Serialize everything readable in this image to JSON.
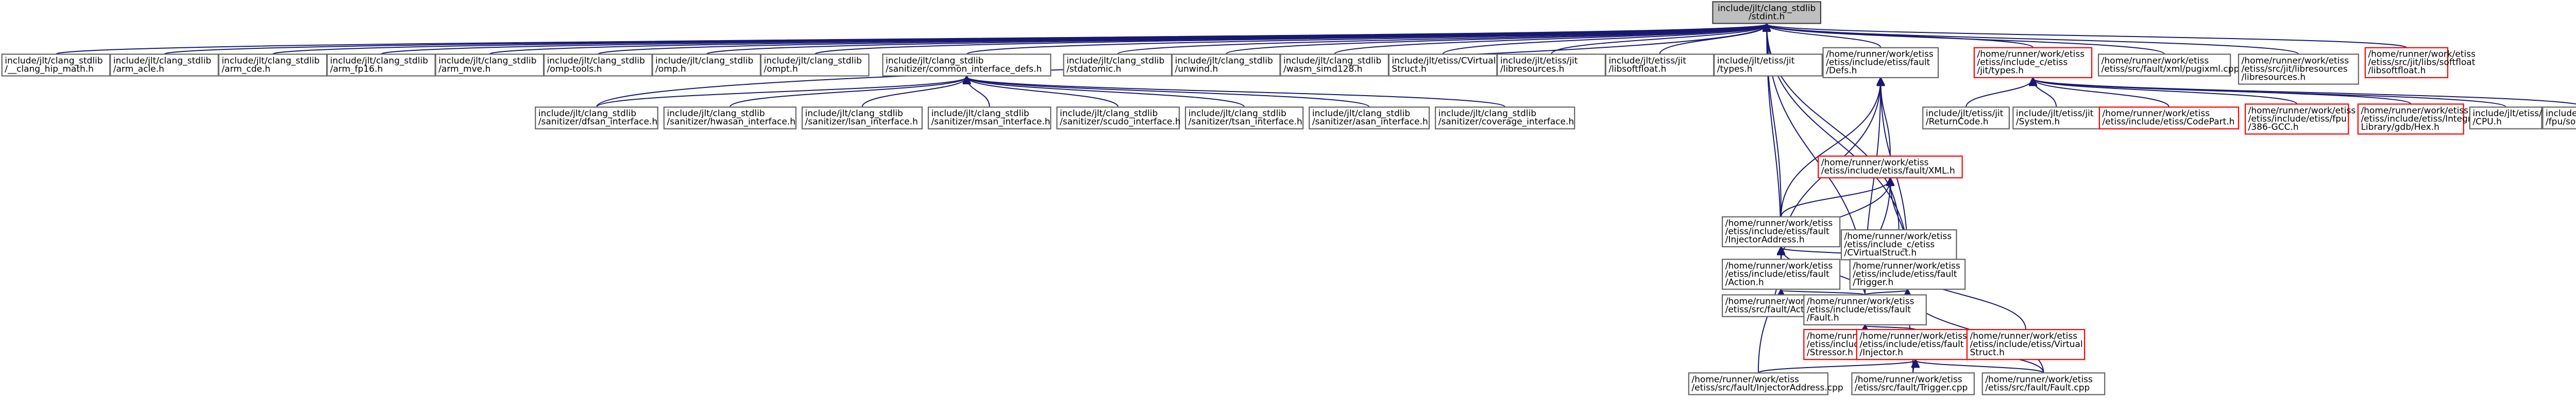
{
  "graph": {
    "nodes": [
      {
        "id": "root",
        "style": "root",
        "lines": [
          "include/jlt/clang_stdlib",
          "/stdint.h"
        ]
      },
      {
        "id": "n1",
        "style": "normal",
        "lines": [
          "include/jlt/clang_stdlib",
          "/__clang_hip_math.h"
        ]
      },
      {
        "id": "n2",
        "style": "normal",
        "lines": [
          "include/jlt/clang_stdlib",
          "/arm_acle.h"
        ]
      },
      {
        "id": "n3",
        "style": "normal",
        "lines": [
          "include/jlt/clang_stdlib",
          "/arm_cde.h"
        ]
      },
      {
        "id": "n4",
        "style": "normal",
        "lines": [
          "include/jlt/clang_stdlib",
          "/arm_fp16.h"
        ]
      },
      {
        "id": "n5",
        "style": "normal",
        "lines": [
          "include/jlt/clang_stdlib",
          "/arm_mve.h"
        ]
      },
      {
        "id": "n6",
        "style": "normal",
        "lines": [
          "include/jlt/clang_stdlib",
          "/omp-tools.h"
        ]
      },
      {
        "id": "n7",
        "style": "normal",
        "lines": [
          "include/jlt/clang_stdlib",
          "/omp.h"
        ]
      },
      {
        "id": "n8",
        "style": "normal",
        "lines": [
          "include/jlt/clang_stdlib",
          "/ompt.h"
        ]
      },
      {
        "id": "n9",
        "style": "normal",
        "lines": [
          "include/jlt/clang_stdlib",
          "/sanitizer/common_interface_defs.h"
        ]
      },
      {
        "id": "n10",
        "style": "normal",
        "lines": [
          "include/jlt/clang_stdlib",
          "/stdatomic.h"
        ]
      },
      {
        "id": "n11",
        "style": "normal",
        "lines": [
          "include/jlt/clang_stdlib",
          "/unwind.h"
        ]
      },
      {
        "id": "n12",
        "style": "normal",
        "lines": [
          "include/jlt/clang_stdlib",
          "/wasm_simd128.h"
        ]
      },
      {
        "id": "n13",
        "style": "normal",
        "lines": [
          "include/jlt/etiss/CVirtual",
          "Struct.h"
        ]
      },
      {
        "id": "n14",
        "style": "normal",
        "lines": [
          "include/jlt/etiss/jit",
          "/libresources.h"
        ]
      },
      {
        "id": "n15",
        "style": "normal",
        "lines": [
          "include/jlt/etiss/jit",
          "/libsoftfloat.h"
        ]
      },
      {
        "id": "n16",
        "style": "normal",
        "lines": [
          "include/jlt/etiss/jit",
          "/types.h"
        ]
      },
      {
        "id": "n17",
        "style": "normal",
        "lines": [
          "/home/runner/work/etiss",
          "/etiss/include/etiss/fault",
          "/Defs.h"
        ]
      },
      {
        "id": "n18",
        "style": "red",
        "lines": [
          "/home/runner/work/etiss",
          "/etiss/include_c/etiss",
          "/jit/types.h"
        ]
      },
      {
        "id": "n19",
        "style": "normal",
        "lines": [
          "/home/runner/work/etiss",
          "/etiss/src/fault/xml/pugixml.cpp"
        ]
      },
      {
        "id": "n20",
        "style": "normal",
        "lines": [
          "/home/runner/work/etiss",
          "/etiss/src/jit/libresources",
          "/libresources.h"
        ]
      },
      {
        "id": "n21",
        "style": "red",
        "lines": [
          "/home/runner/work/etiss",
          "/etiss/src/jit/libs/softfloat",
          "/libsoftfloat.h"
        ]
      },
      {
        "id": "s1",
        "style": "normal",
        "lines": [
          "include/jlt/clang_stdlib",
          "/sanitizer/dfsan_interface.h"
        ]
      },
      {
        "id": "s2",
        "style": "normal",
        "lines": [
          "include/jlt/clang_stdlib",
          "/sanitizer/hwasan_interface.h"
        ]
      },
      {
        "id": "s3",
        "style": "normal",
        "lines": [
          "include/jlt/clang_stdlib",
          "/sanitizer/lsan_interface.h"
        ]
      },
      {
        "id": "s4",
        "style": "normal",
        "lines": [
          "include/jlt/clang_stdlib",
          "/sanitizer/msan_interface.h"
        ]
      },
      {
        "id": "s5",
        "style": "normal",
        "lines": [
          "include/jlt/clang_stdlib",
          "/sanitizer/scudo_interface.h"
        ]
      },
      {
        "id": "s6",
        "style": "normal",
        "lines": [
          "include/jlt/clang_stdlib",
          "/sanitizer/tsan_interface.h"
        ]
      },
      {
        "id": "s7",
        "style": "normal",
        "lines": [
          "include/jlt/clang_stdlib",
          "/sanitizer/asan_interface.h"
        ]
      },
      {
        "id": "s8",
        "style": "normal",
        "lines": [
          "include/jlt/clang_stdlib",
          "/sanitizer/coverage_interface.h"
        ]
      },
      {
        "id": "x1",
        "style": "red",
        "lines": [
          "/home/runner/work/etiss",
          "/etiss/include/etiss/fault/XML.h"
        ]
      },
      {
        "id": "t1",
        "style": "normal",
        "lines": [
          "include/jlt/etiss/jit",
          "/ReturnCode.h"
        ]
      },
      {
        "id": "t2",
        "style": "normal",
        "lines": [
          "include/jlt/etiss/jit",
          "/System.h"
        ]
      },
      {
        "id": "t3",
        "style": "red",
        "lines": [
          "/home/runner/work/etiss",
          "/etiss/include/etiss/CodePart.h"
        ]
      },
      {
        "id": "t4",
        "style": "red",
        "lines": [
          "/home/runner/work/etiss",
          "/etiss/include/etiss/fpu",
          "/386-GCC.h"
        ]
      },
      {
        "id": "t5",
        "style": "red",
        "lines": [
          "/home/runner/work/etiss",
          "/etiss/include/etiss/Integrated",
          "Library/gdb/Hex.h"
        ]
      },
      {
        "id": "t6",
        "style": "normal",
        "lines": [
          "include/jlt/etiss/jit",
          "/CPU.h"
        ]
      },
      {
        "id": "t7",
        "style": "normal",
        "lines": [
          "include/jlt/etiss/jit",
          "/fpu/softfloat.h"
        ]
      },
      {
        "id": "ia",
        "style": "normal",
        "lines": [
          "/home/runner/work/etiss",
          "/etiss/include/etiss/fault",
          "/InjectorAddress.h"
        ]
      },
      {
        "id": "cv",
        "style": "normal",
        "lines": [
          "/home/runner/work/etiss",
          "/etiss/include_c/etiss",
          "/CVirtualStruct.h"
        ]
      },
      {
        "id": "ac",
        "style": "normal",
        "lines": [
          "/home/runner/work/etiss",
          "/etiss/include/etiss/fault",
          "/Action.h"
        ]
      },
      {
        "id": "tr",
        "style": "normal",
        "lines": [
          "/home/runner/work/etiss",
          "/etiss/include/etiss/fault",
          "/Trigger.h"
        ]
      },
      {
        "id": "acpp",
        "style": "normal",
        "lines": [
          "/home/runner/work/etiss",
          "/etiss/src/fault/Action.cpp"
        ]
      },
      {
        "id": "fh",
        "style": "normal",
        "lines": [
          "/home/runner/work/etiss",
          "/etiss/include/etiss/fault",
          "/Fault.h"
        ]
      },
      {
        "id": "st",
        "style": "red",
        "lines": [
          "/home/runner/work/etiss",
          "/etiss/include/etiss/fault",
          "/Stressor.h"
        ]
      },
      {
        "id": "inj",
        "style": "red",
        "lines": [
          "/home/runner/work/etiss",
          "/etiss/include/etiss/fault",
          "/Injector.h"
        ]
      },
      {
        "id": "iacpp",
        "style": "normal",
        "lines": [
          "/home/runner/work/etiss",
          "/etiss/src/fault/InjectorAddress.cpp"
        ]
      },
      {
        "id": "trcpp",
        "style": "normal",
        "lines": [
          "/home/runner/work/etiss",
          "/etiss/src/fault/Trigger.cpp"
        ]
      },
      {
        "id": "fcpp",
        "style": "normal",
        "lines": [
          "/home/runner/work/etiss",
          "/etiss/src/fault/Fault.cpp"
        ]
      },
      {
        "id": "vs",
        "style": "red",
        "lines": [
          "/home/runner/work/etiss",
          "/etiss/include/etiss/Virtual",
          "Struct.h"
        ]
      }
    ],
    "edges": [
      [
        "n1",
        "root"
      ],
      [
        "n2",
        "root"
      ],
      [
        "n3",
        "root"
      ],
      [
        "n4",
        "root"
      ],
      [
        "n5",
        "root"
      ],
      [
        "n6",
        "root"
      ],
      [
        "n7",
        "root"
      ],
      [
        "n8",
        "root"
      ],
      [
        "n9",
        "root"
      ],
      [
        "n10",
        "root"
      ],
      [
        "n11",
        "root"
      ],
      [
        "n12",
        "root"
      ],
      [
        "n13",
        "root"
      ],
      [
        "n14",
        "root"
      ],
      [
        "n15",
        "root"
      ],
      [
        "n16",
        "root"
      ],
      [
        "n17",
        "root"
      ],
      [
        "n18",
        "root"
      ],
      [
        "n19",
        "root"
      ],
      [
        "n20",
        "root"
      ],
      [
        "n21",
        "root"
      ],
      [
        "s1",
        "n9"
      ],
      [
        "s2",
        "n9"
      ],
      [
        "s3",
        "n9"
      ],
      [
        "s4",
        "n9"
      ],
      [
        "s5",
        "n9"
      ],
      [
        "s6",
        "n9"
      ],
      [
        "s7",
        "n9"
      ],
      [
        "s8",
        "n9"
      ],
      [
        "s1",
        "root"
      ],
      [
        "ia",
        "root"
      ],
      [
        "ac",
        "root"
      ],
      [
        "fh",
        "root"
      ],
      [
        "cv",
        "root"
      ],
      [
        "tr",
        "root"
      ],
      [
        "x1",
        "n17"
      ],
      [
        "ia",
        "n17"
      ],
      [
        "ac",
        "n17"
      ],
      [
        "tr",
        "n17"
      ],
      [
        "fh",
        "n17"
      ],
      [
        "ia",
        "x1"
      ],
      [
        "ac",
        "x1"
      ],
      [
        "tr",
        "x1"
      ],
      [
        "fh",
        "x1"
      ],
      [
        "ac",
        "ia"
      ],
      [
        "tr",
        "ia"
      ],
      [
        "fh",
        "ia"
      ],
      [
        "iacpp",
        "ia"
      ],
      [
        "acpp",
        "ac"
      ],
      [
        "fh",
        "ac"
      ],
      [
        "fh",
        "tr"
      ],
      [
        "trcpp",
        "tr"
      ],
      [
        "fcpp",
        "tr"
      ],
      [
        "st",
        "fh"
      ],
      [
        "inj",
        "fh"
      ],
      [
        "fcpp",
        "fh"
      ],
      [
        "iacpp",
        "inj"
      ],
      [
        "trcpp",
        "inj"
      ],
      [
        "fcpp",
        "inj"
      ],
      [
        "t1",
        "n18"
      ],
      [
        "t2",
        "n18"
      ],
      [
        "t3",
        "n18"
      ],
      [
        "t4",
        "n18"
      ],
      [
        "t5",
        "n18"
      ],
      [
        "t6",
        "n18"
      ],
      [
        "t7",
        "n18"
      ],
      [
        "vs",
        "cv"
      ]
    ]
  }
}
